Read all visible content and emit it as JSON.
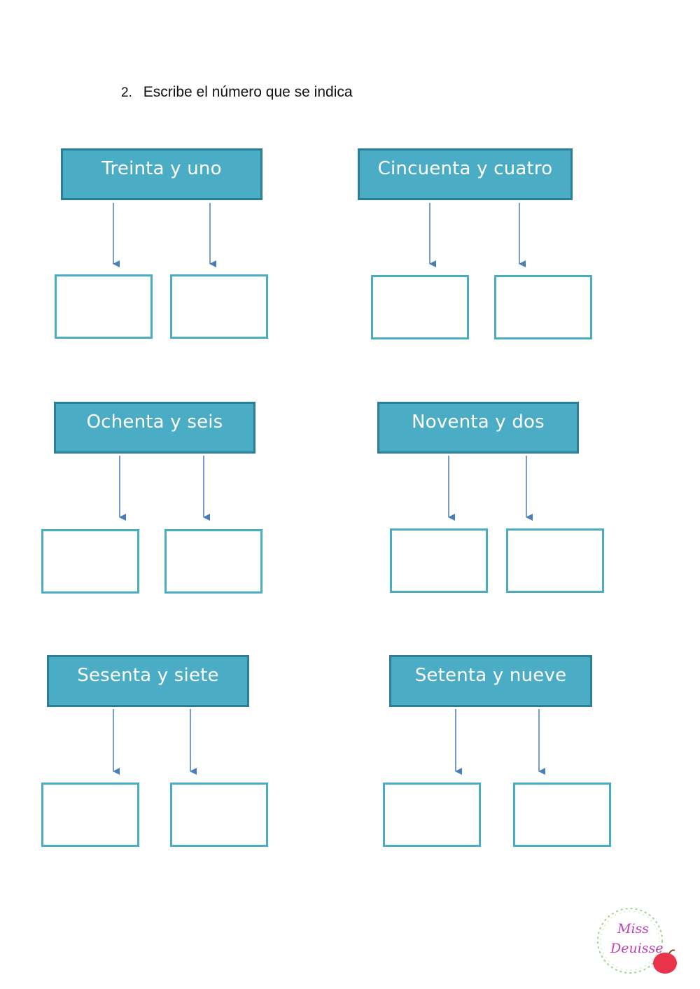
{
  "instruction": {
    "number": "2.",
    "text": "Escribe el número que se indica"
  },
  "groups": [
    {
      "label": "Treinta y uno"
    },
    {
      "label": "Cincuenta y cuatro"
    },
    {
      "label": "Ochenta y seis"
    },
    {
      "label": "Noventa y dos"
    },
    {
      "label": "Sesenta y siete"
    },
    {
      "label": "Setenta y nueve"
    }
  ],
  "logo": {
    "line1": "Miss",
    "line2": "Deuisse"
  },
  "colors": {
    "header_fill": "#4bacc6",
    "header_border": "#2d7f96",
    "arrow": "#4a7ebb",
    "answer_border": "#4bacc6"
  }
}
